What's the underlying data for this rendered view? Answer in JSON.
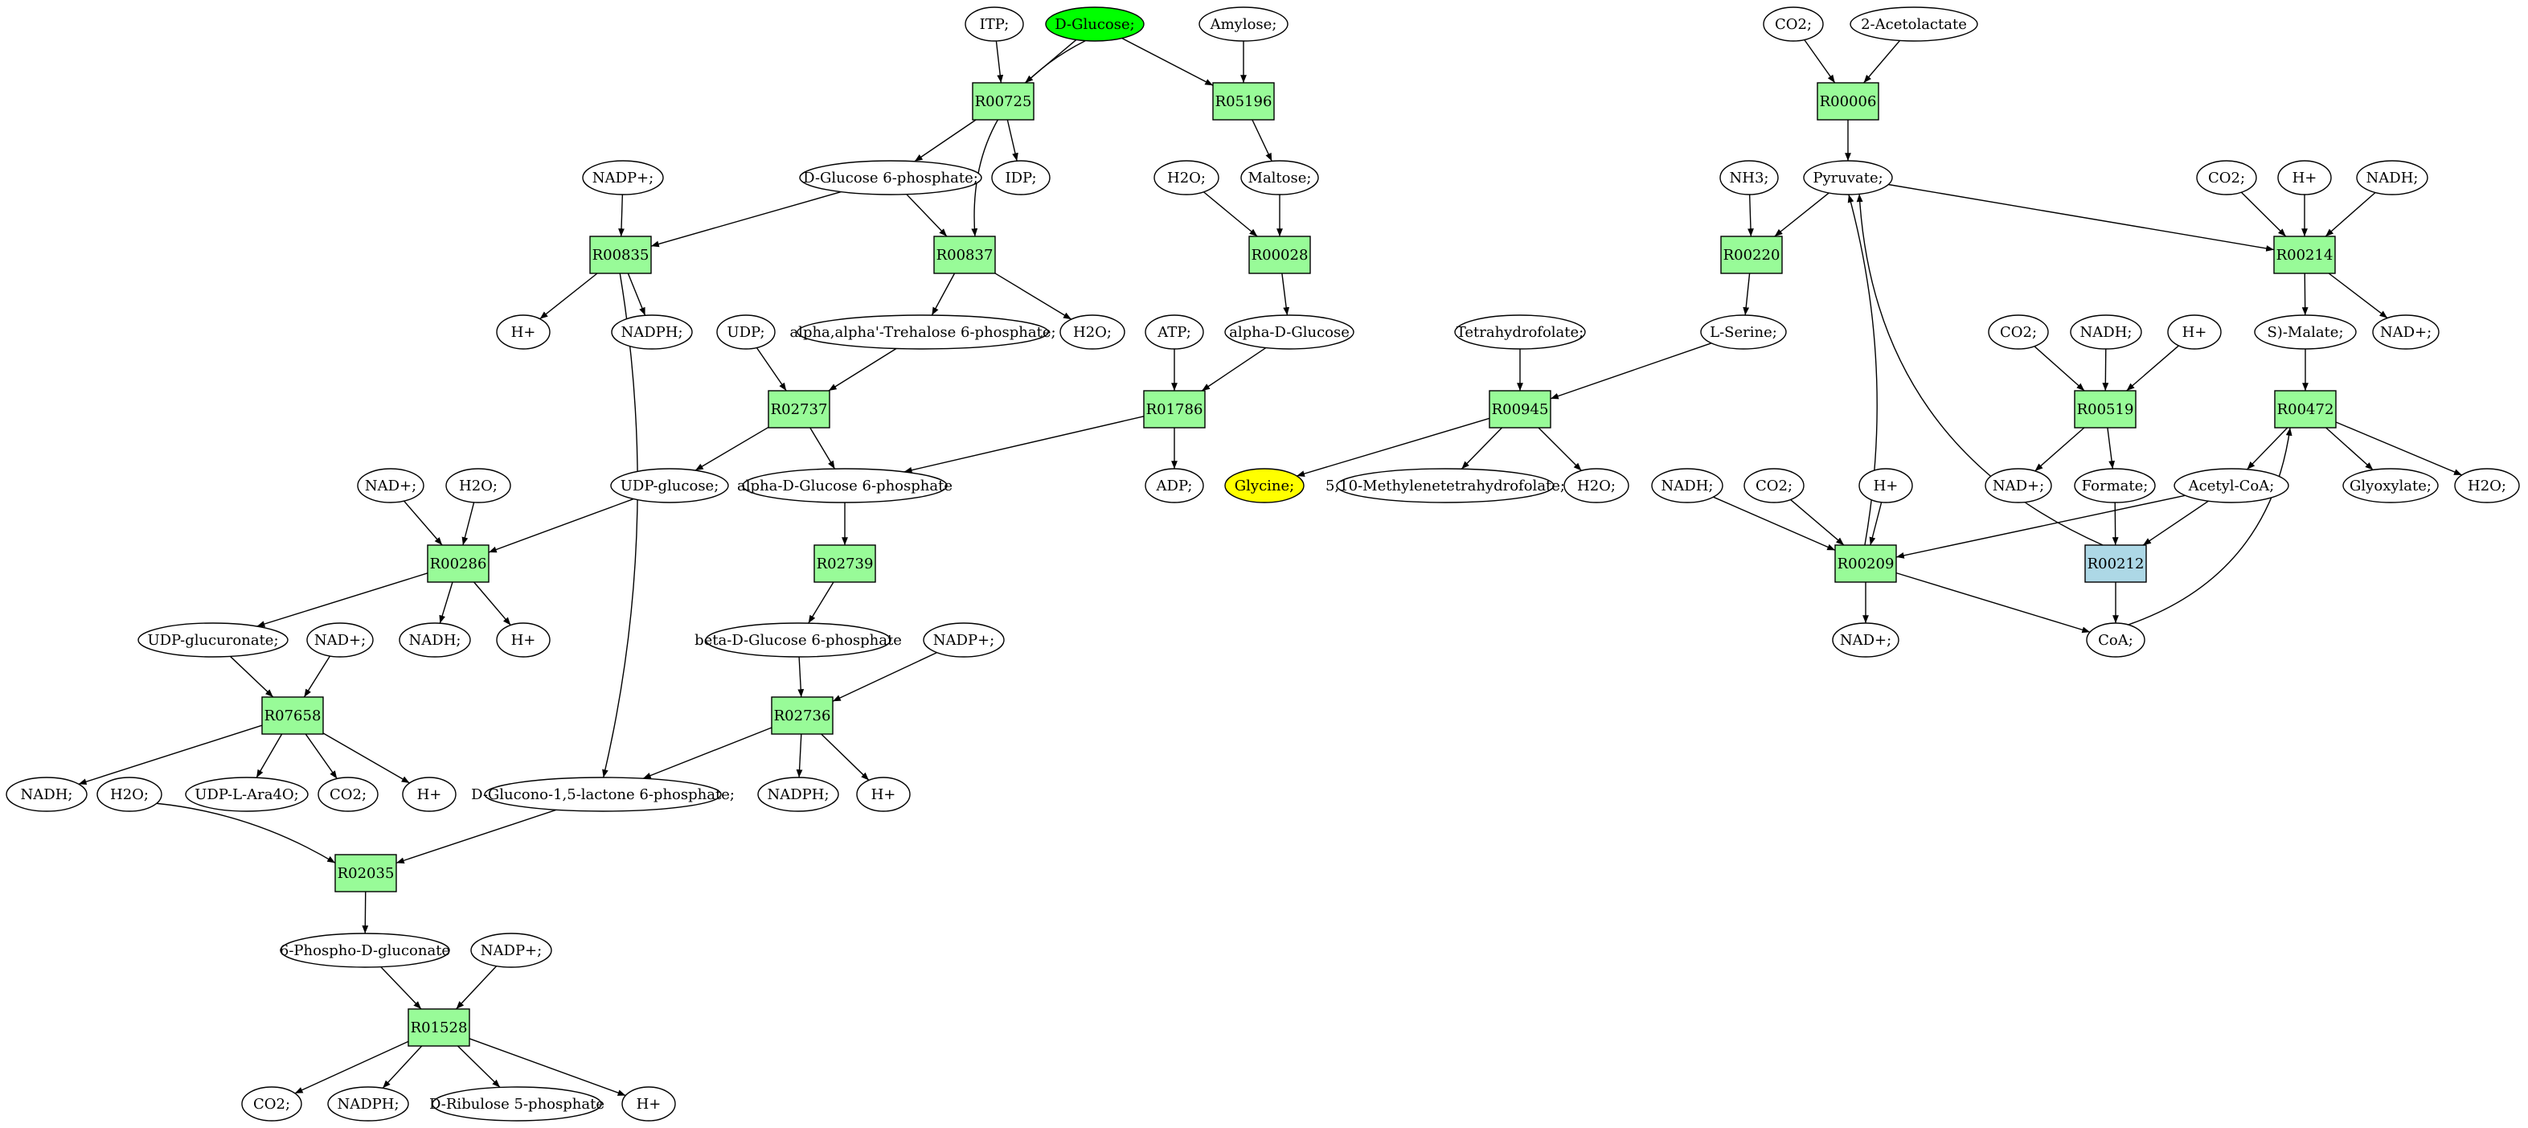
{
  "colors": {
    "reaction": "#98fb98",
    "highlight_reaction": "#add8e6",
    "source_compound": "#00ff00",
    "target_compound": "#ffff00",
    "compound": "#ffffff"
  },
  "nodes": {
    "itp": "ITP;",
    "glucose": "D-Glucose;",
    "amylose": "Amylose;",
    "r00725": "R00725",
    "r05196": "R05196",
    "g6p": "D-Glucose 6-phosphate;",
    "idp": "IDP;",
    "nadp_a": "NADP+;",
    "r00835": "R00835",
    "r00837": "R00837",
    "h2o_a": "H2O;",
    "maltose": "Maltose;",
    "r00028": "R00028",
    "h_a": "H+",
    "nadph_a": "NADPH;",
    "udp": "UDP;",
    "trehalose": "alpha,alpha'-Trehalose 6-phosphate;",
    "h2o_b": "H2O;",
    "atp": "ATP;",
    "alpha_glucose": "alpha-D-Glucose",
    "r02737": "R02737",
    "r01786": "R01786",
    "nad_a": "NAD+;",
    "h2o_c": "H2O;",
    "udp_glucose": "UDP-glucose;",
    "alpha_g6p": "alpha-D-Glucose 6-phosphate",
    "adp": "ADP;",
    "r00286": "R00286",
    "r02739": "R02739",
    "udp_glucuronate": "UDP-glucuronate;",
    "nad_b": "NAD+;",
    "nadh_a": "NADH;",
    "h_b": "H+",
    "beta_g6p": "beta-D-Glucose 6-phosphate",
    "nadp_b": "NADP+;",
    "r07658": "R07658",
    "r02736": "R02736",
    "nadh_b": "NADH;",
    "h2o_d": "H2O;",
    "udp_ara": "UDP-L-Ara4O;",
    "co2_a": "CO2;",
    "h_c": "H+",
    "gluconolactone": "D-Glucono-1,5-lactone 6-phosphate;",
    "nadph_b": "NADPH;",
    "h_d": "H+",
    "r02035": "R02035",
    "phosphogluconate": "6-Phospho-D-gluconate",
    "nadp_c": "NADP+;",
    "r01528": "R01528",
    "co2_b": "CO2;",
    "nadph_c": "NADPH;",
    "ribulose": "D-Ribulose 5-phosphate",
    "h_e": "H+",
    "co2_c": "CO2;",
    "acetolactate": "2-Acetolactate",
    "r00006": "R00006",
    "nh3": "NH3;",
    "pyruvate": "Pyruvate;",
    "co2_d": "CO2;",
    "h_f": "H+",
    "nadh_c": "NADH;",
    "r00220": "R00220",
    "r00214": "R00214",
    "thf": "Tetrahydrofolate;",
    "serine": "L-Serine;",
    "co2_e": "CO2;",
    "nadh_d": "NADH;",
    "h_g": "H+",
    "malate": "S)-Malate;",
    "nad_c": "NAD+;",
    "r00945": "R00945",
    "r00519": "R00519",
    "r00472": "R00472",
    "glycine": "Glycine;",
    "methylene_thf": "5,10-Methylenetetrahydrofolate;",
    "h2o_e": "H2O;",
    "nadh_e": "NADH;",
    "co2_f": "CO2;",
    "h_h": "H+",
    "nad_d": "NAD+;",
    "formate": "Formate;",
    "acetyl_coa": "Acetyl-CoA;",
    "glyoxylate": "Glyoxylate;",
    "h2o_f": "H2O;",
    "r00209": "R00209",
    "r00212": "R00212",
    "nad_e": "NAD+;",
    "coa": "CoA;"
  }
}
